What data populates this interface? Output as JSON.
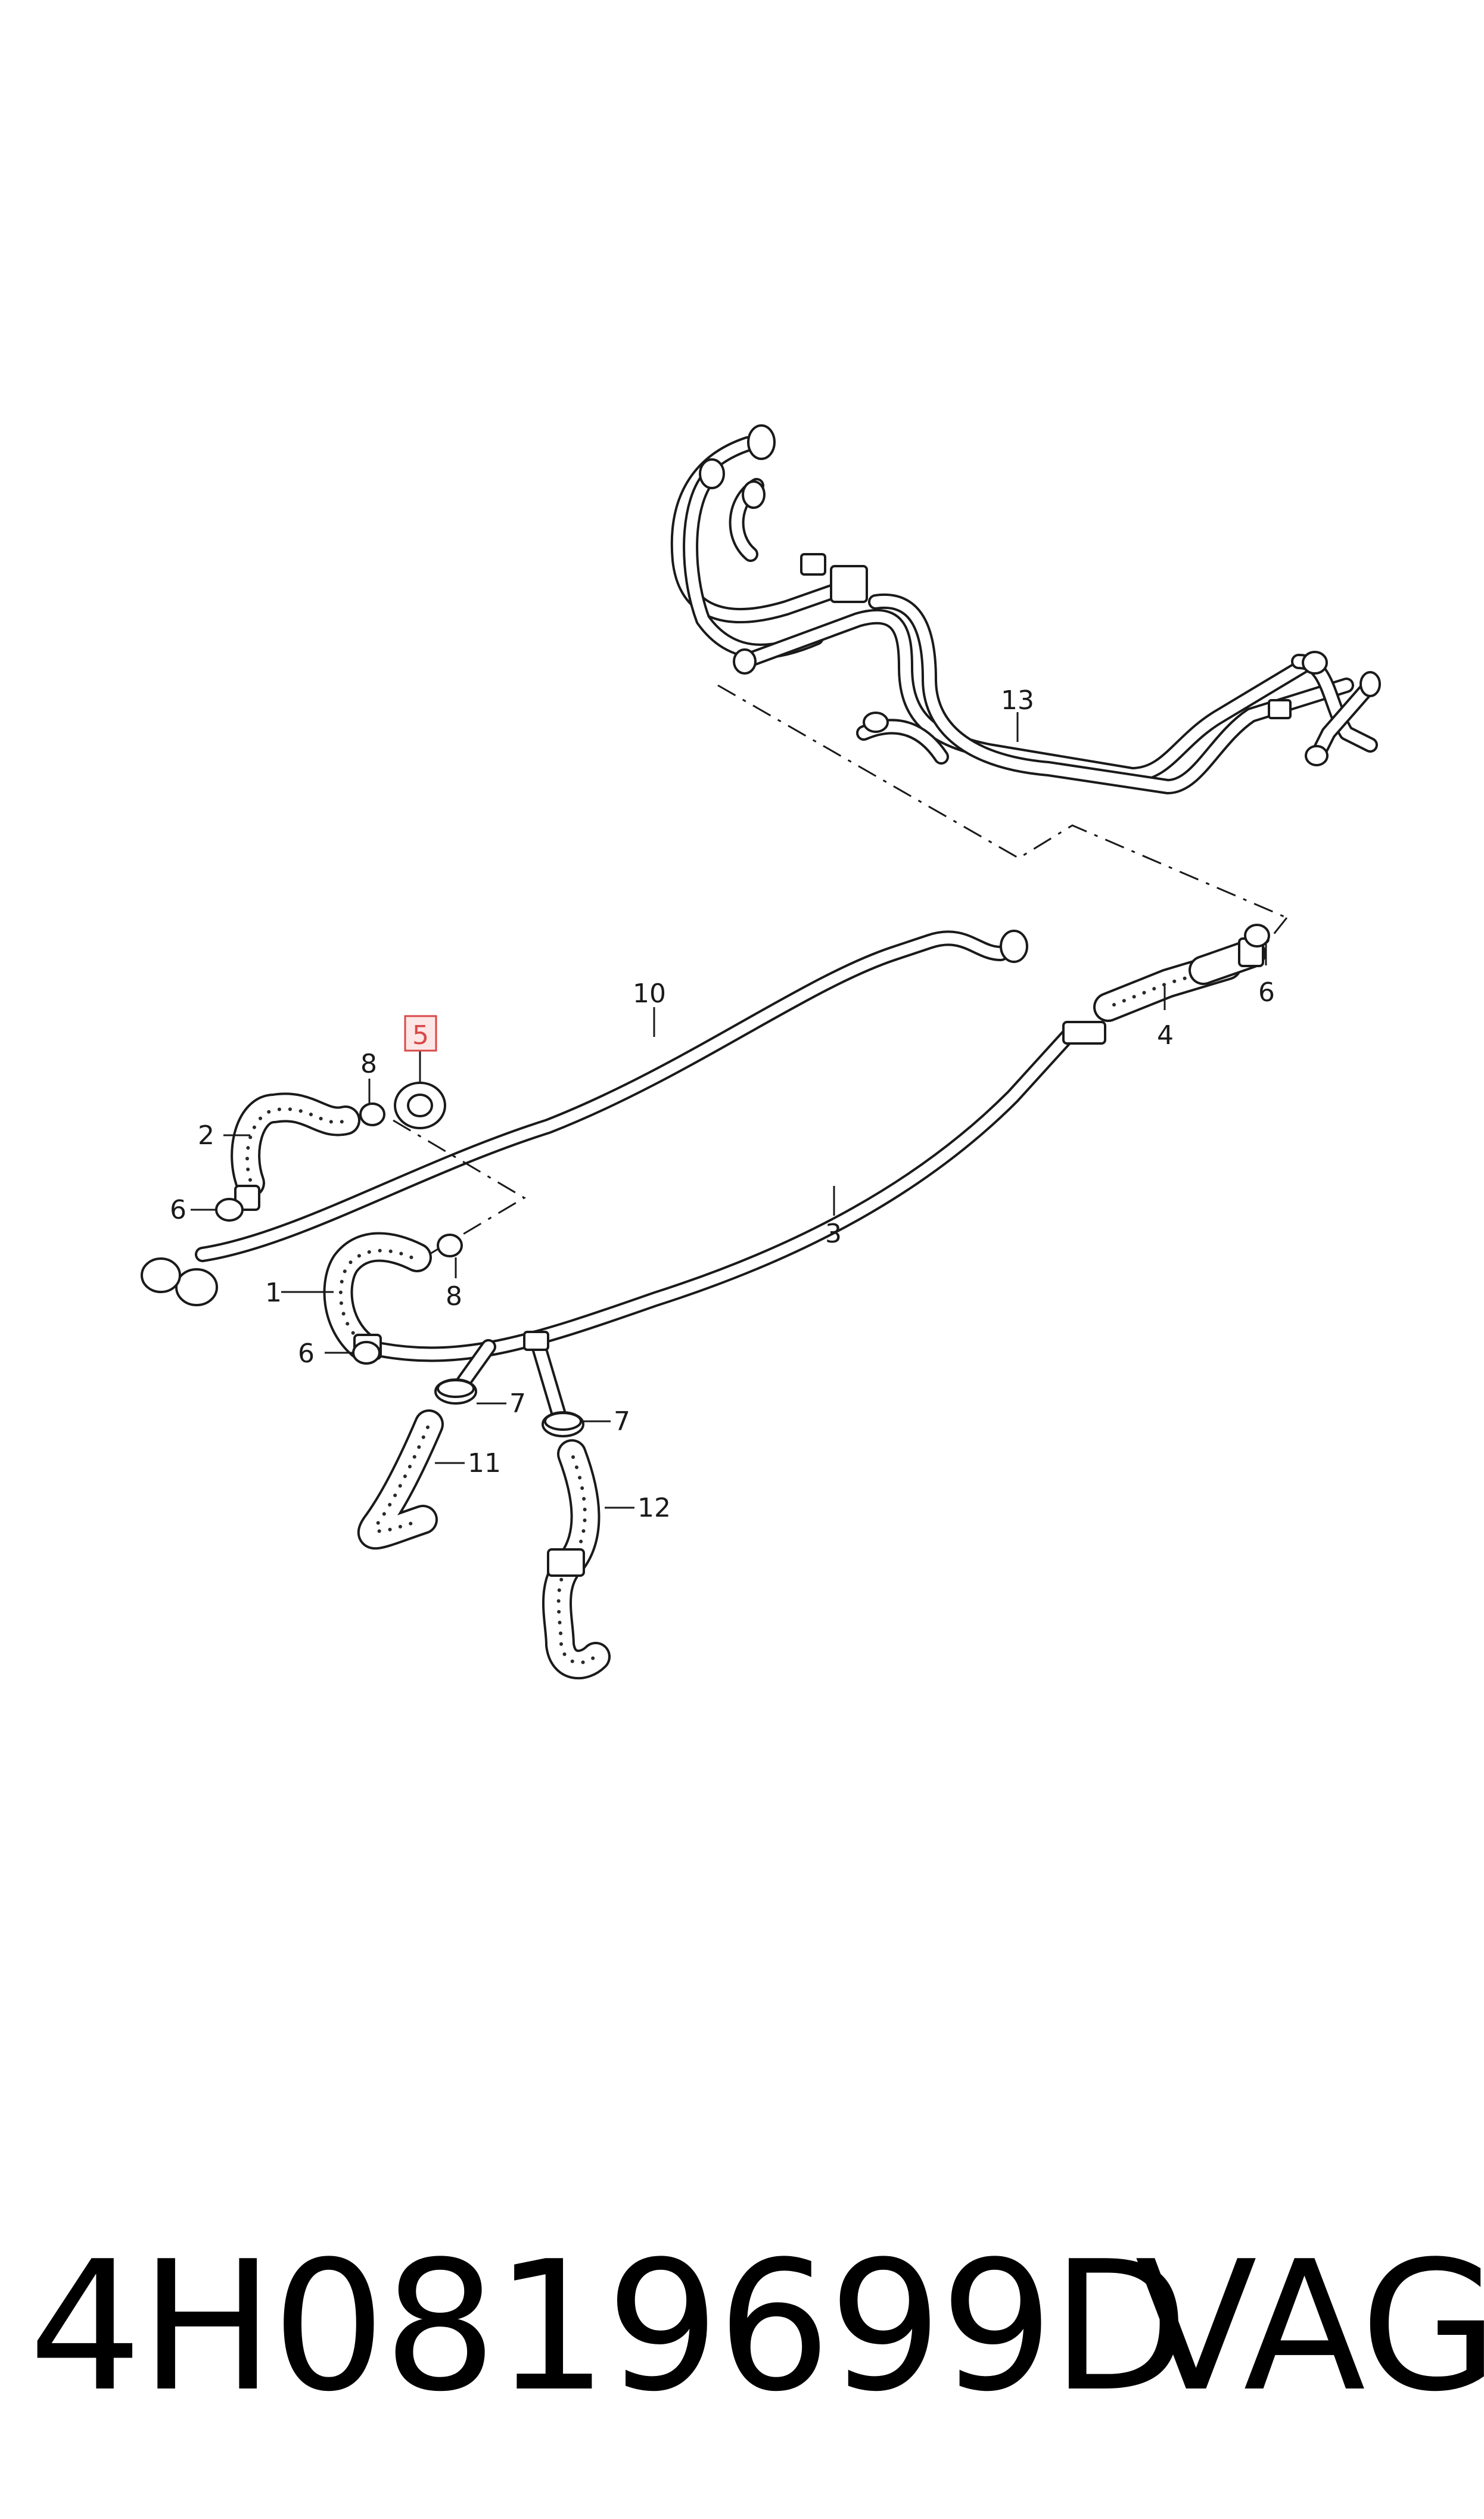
{
  "diagram": {
    "callouts": [
      {
        "id": "c1",
        "label": "1"
      },
      {
        "id": "c2",
        "label": "2"
      },
      {
        "id": "c3",
        "label": "3"
      },
      {
        "id": "c4",
        "label": "4"
      },
      {
        "id": "c5",
        "label": "5",
        "highlighted": true
      },
      {
        "id": "c6a",
        "label": "6"
      },
      {
        "id": "c6b",
        "label": "6"
      },
      {
        "id": "c6c",
        "label": "6"
      },
      {
        "id": "c7a",
        "label": "7"
      },
      {
        "id": "c7b",
        "label": "7"
      },
      {
        "id": "c8a",
        "label": "8"
      },
      {
        "id": "c8b",
        "label": "8"
      },
      {
        "id": "c10",
        "label": "10"
      },
      {
        "id": "c11",
        "label": "11"
      },
      {
        "id": "c12",
        "label": "12"
      },
      {
        "id": "c13",
        "label": "13"
      }
    ],
    "highlight_color": "#d94848",
    "line_color": "#1a1a1a"
  },
  "footer": {
    "part_number": "4H0819699D",
    "brand": "VAG"
  }
}
